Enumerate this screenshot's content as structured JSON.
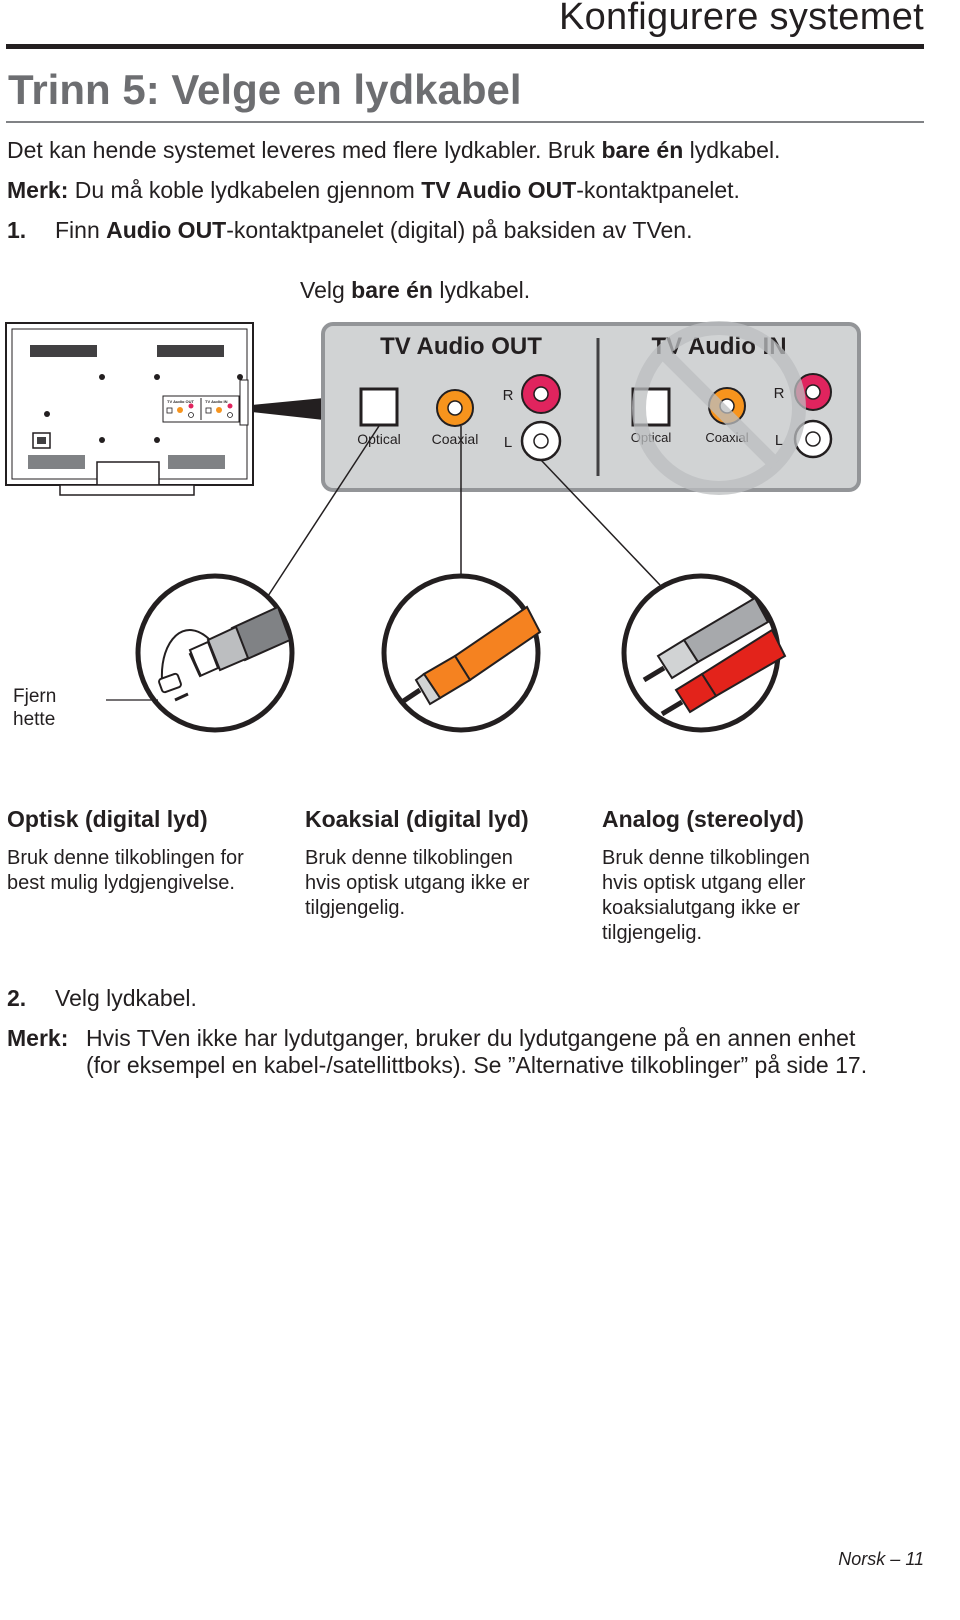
{
  "header": {
    "section_title": "Konfigurere systemet"
  },
  "step": {
    "title": "Trinn 5: Velge en lydkabel"
  },
  "intro": {
    "line1_pre": "Det kan hende systemet leveres med flere lydkabler. Bruk ",
    "line1_bold": "bare én",
    "line1_post": " lydkabel.",
    "note_label": "Merk:",
    "note_pre": " Du må koble lydkabelen gjennom ",
    "note_bold": "TV Audio OUT",
    "note_post": "-kontaktpanelet."
  },
  "step1": {
    "number": "1.",
    "pre": "Finn ",
    "bold": "Audio OUT",
    "post": "-kontaktpanelet (digital) på baksiden av TVen."
  },
  "choose": {
    "pre": "Velg ",
    "bold": "bare én",
    "post": " lydkabel."
  },
  "diagram": {
    "panel_out_title": "TV Audio OUT",
    "panel_in_title": "TV Audio IN",
    "label_optical": "Optical",
    "label_coaxial": "Coaxial",
    "label_r": "R",
    "label_l": "L",
    "mini_out": "TV Audio OUT",
    "mini_in": "TV Audio IN",
    "cap_line1": "Fjern",
    "cap_line2": "hette",
    "colors": {
      "coaxial_orange": "#f7941d",
      "analog_red": "#e0245e",
      "cable_orange": "#f58220",
      "cable_red": "#e3231b",
      "cable_gray": "#a7a9ac",
      "panel_gray": "#d1d3d4",
      "prohibit_gray": "#bcbec0"
    },
    "icons": [
      "tv-back-icon",
      "optical-cable-icon",
      "coaxial-cable-icon",
      "rca-cable-icon",
      "no-entry-icon"
    ]
  },
  "columns": [
    {
      "heading": "Optisk (digital lyd)",
      "lines": [
        "Bruk denne tilkoblingen for",
        "best mulig lydgjengivelse."
      ]
    },
    {
      "heading": "Koaksial (digital lyd)",
      "lines": [
        "Bruk denne tilkoblingen",
        "hvis optisk utgang ikke er",
        "tilgjengelig."
      ]
    },
    {
      "heading": "Analog (stereolyd)",
      "lines": [
        "Bruk denne tilkoblingen",
        "hvis optisk utgang eller",
        "koaksialutgang ikke er",
        "tilgjengelig."
      ]
    }
  ],
  "step2": {
    "number": "2.",
    "text": "Velg lydkabel."
  },
  "note2": {
    "label": "Merk:",
    "line1": "Hvis TVen ikke har lydutganger, bruker du lydutgangene på en annen enhet",
    "line2": "(for eksempel en kabel-/satellittboks). Se ”Alternative tilkoblinger” på side 17."
  },
  "footer": {
    "page": "Norsk – 11"
  }
}
